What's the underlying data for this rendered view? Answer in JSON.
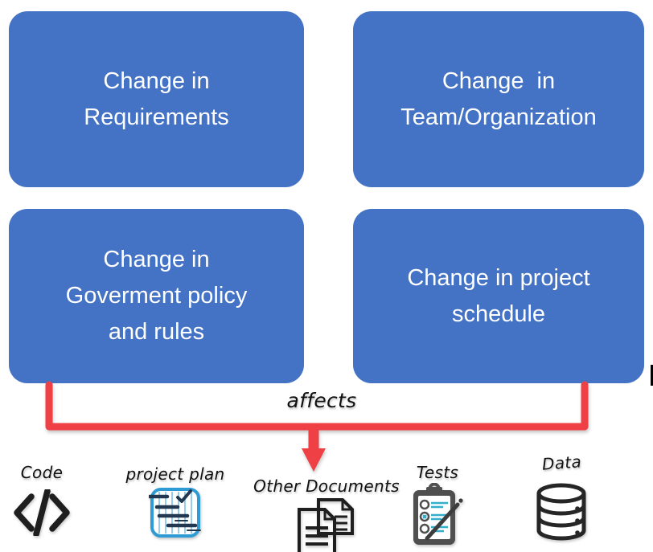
{
  "diagram": {
    "causes": [
      {
        "label": "Change in\nRequirements"
      },
      {
        "label": "Change  in\nTeam/Organization"
      },
      {
        "label": "Change in\nGoverment policy\nand rules"
      },
      {
        "label": "Change in project\nschedule"
      }
    ],
    "connector": {
      "label": "affects"
    },
    "targets": [
      {
        "label": "Code",
        "icon": "code-icon"
      },
      {
        "label": "project plan",
        "icon": "gantt-chart-icon"
      },
      {
        "label": "Other Documents",
        "icon": "documents-icon"
      },
      {
        "label": "Tests",
        "icon": "clipboard-checklist-icon"
      },
      {
        "label": "Data",
        "icon": "database-icon"
      }
    ]
  },
  "colors": {
    "box_blue": "#4472C4",
    "connector_red": "#EF4145",
    "plan_blue": "#2E9BD5",
    "plan_bar_navy": "#223850",
    "tests_teal": "#35AECB",
    "clipboard_gray": "#4F4F4F",
    "icon_black": "#1F1F1F",
    "label_black": "#111111",
    "box_text_white": "#FFFFFF"
  }
}
